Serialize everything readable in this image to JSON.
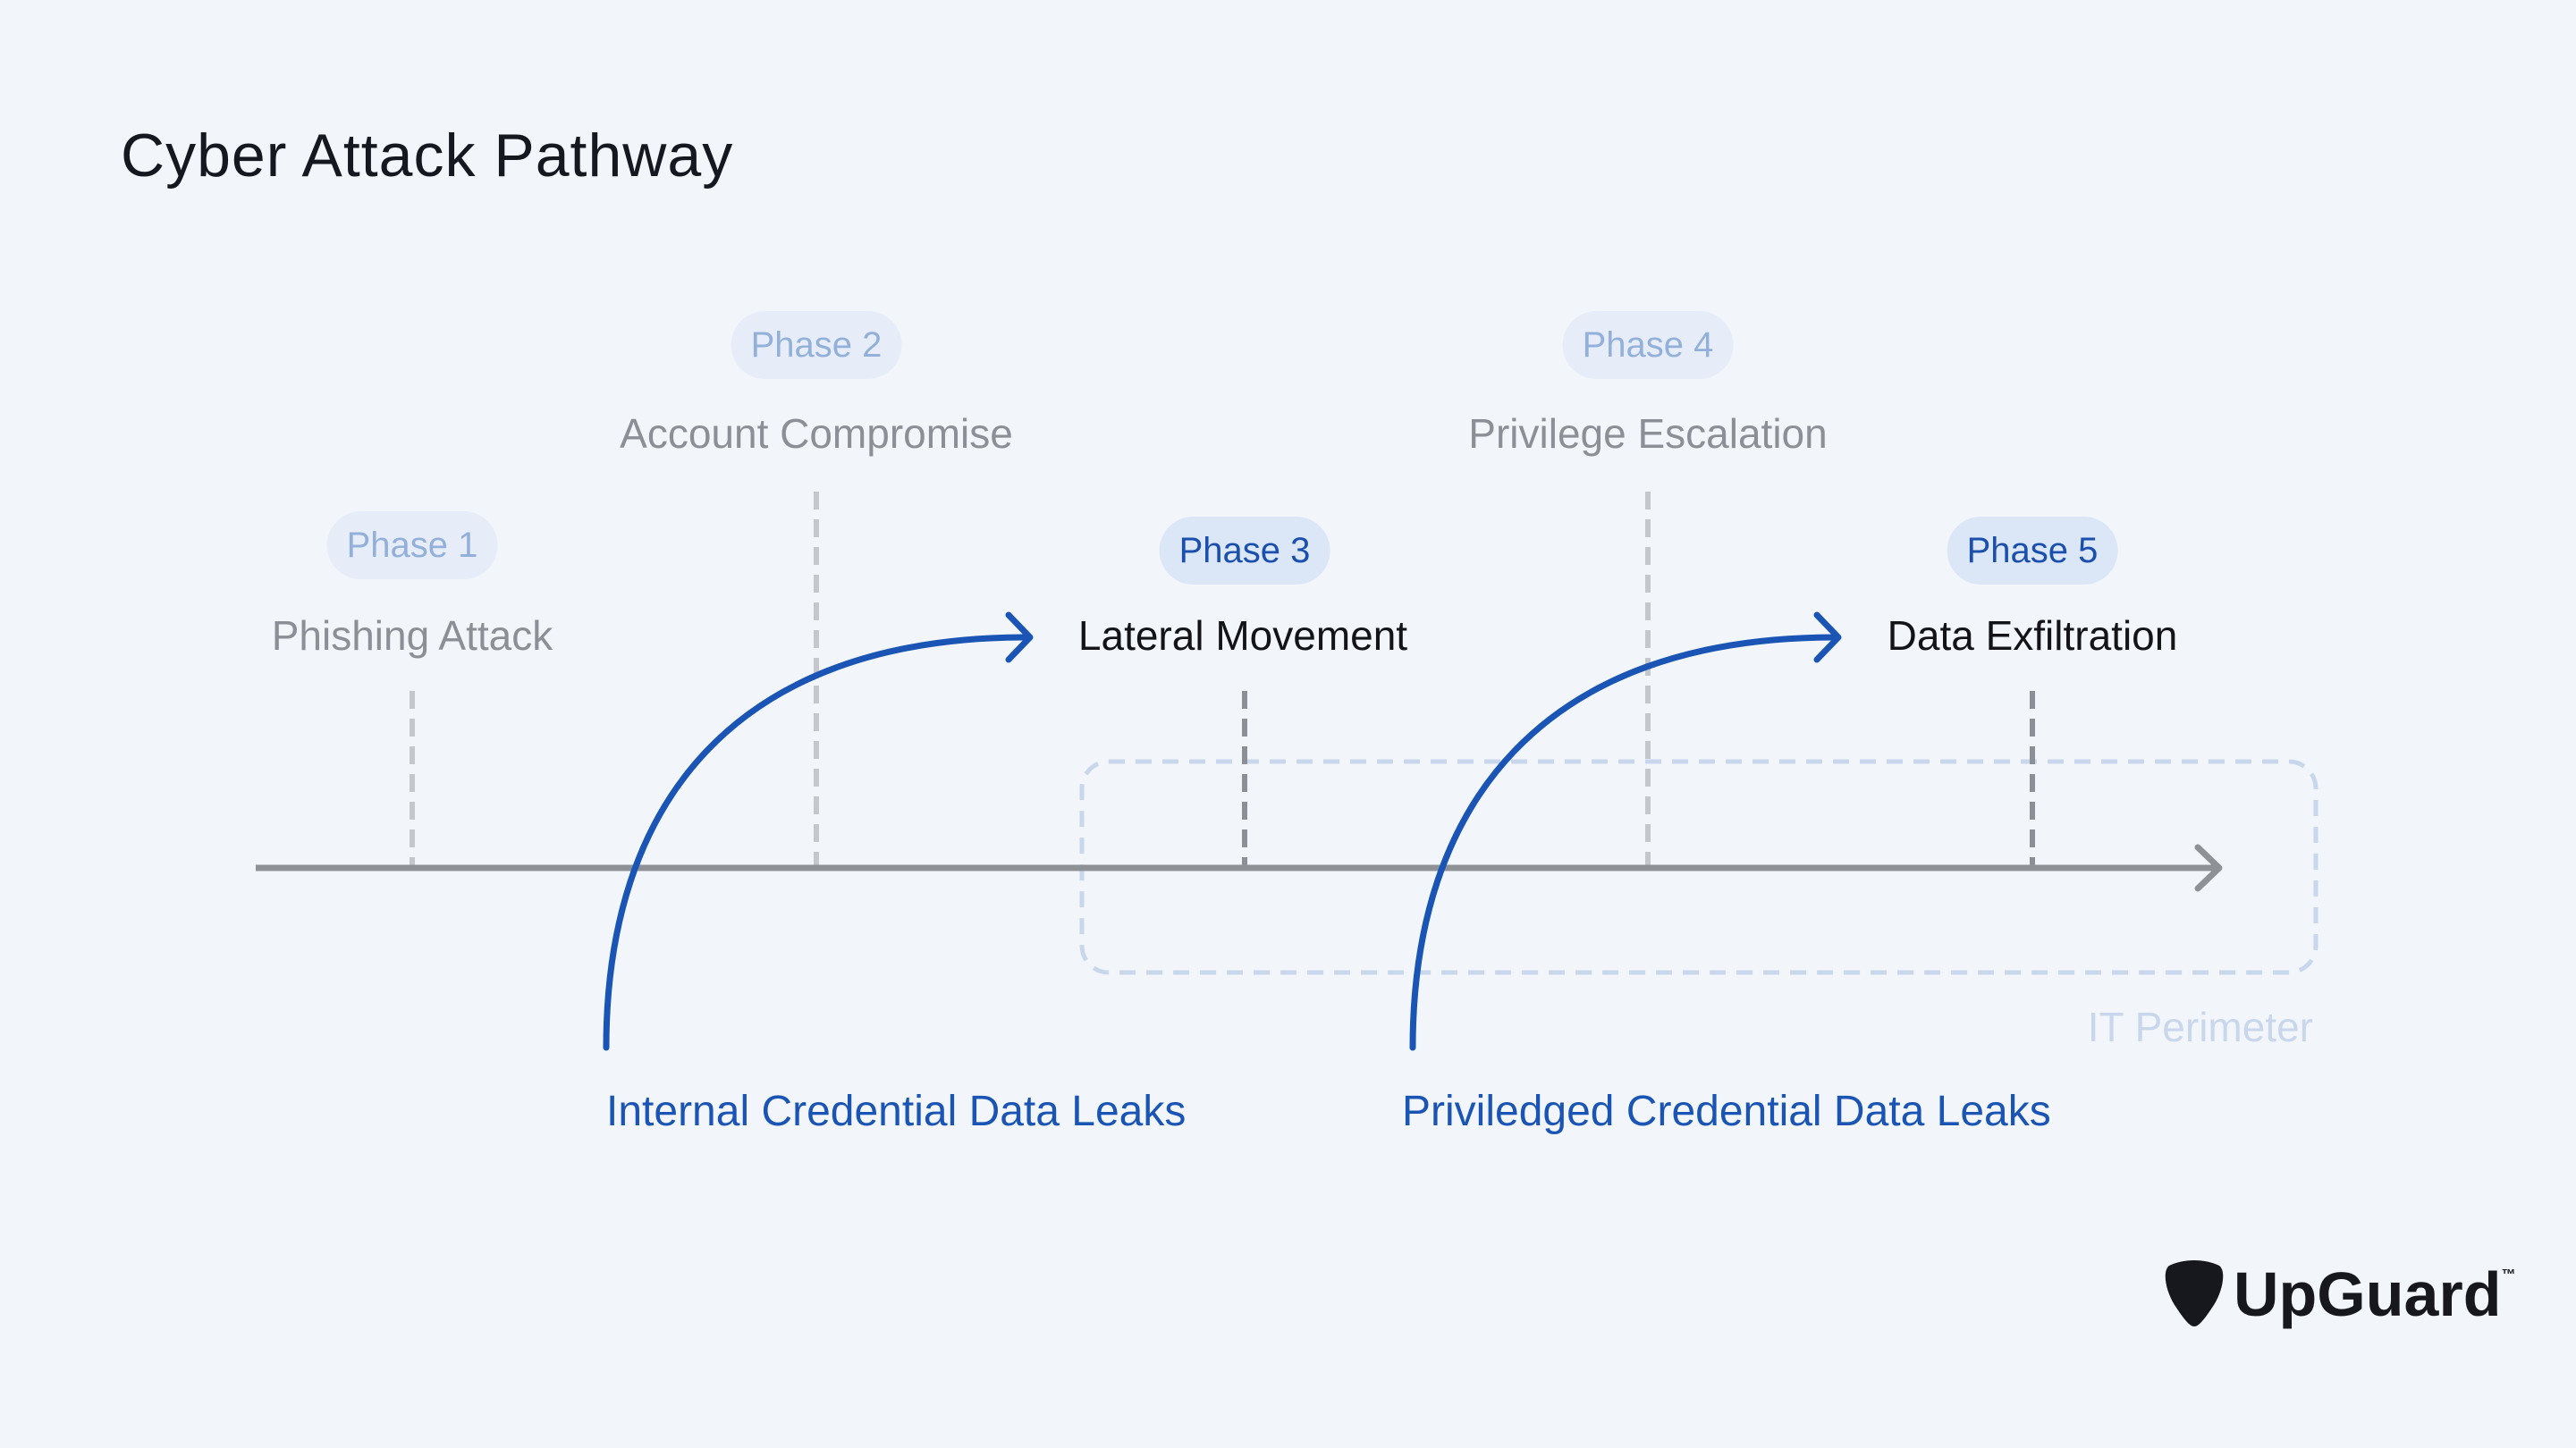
{
  "title": "Cyber Attack Pathway",
  "phases": [
    {
      "badge": "Phase 1",
      "name": "Phishing Attack",
      "state": "muted"
    },
    {
      "badge": "Phase 2",
      "name": "Account Compromise",
      "state": "muted"
    },
    {
      "badge": "Phase 3",
      "name": "Lateral Movement",
      "state": "active"
    },
    {
      "badge": "Phase 4",
      "name": "Privilege Escalation",
      "state": "muted"
    },
    {
      "badge": "Phase 5",
      "name": "Data Exfiltration",
      "state": "active"
    }
  ],
  "leaks": [
    {
      "label": "Internal Credential Data Leaks",
      "target_phase": "Phase 3"
    },
    {
      "label": "Priviledged Credential Data Leaks",
      "target_phase": "Phase 5"
    }
  ],
  "perimeter": {
    "label": "IT Perimeter",
    "contains_phases": [
      "Phase 3",
      "Phase 4",
      "Phase 5"
    ]
  },
  "brand": {
    "name": "UpGuard",
    "tm": "™"
  },
  "colors": {
    "background": "#f2f6fb",
    "accent_blue": "#1a55b5",
    "muted_text": "#8c8f95",
    "timeline": "#8e9297",
    "perimeter": "#c9d7ec"
  },
  "icons": {
    "brand_mark": "guitar-pick-shield-icon"
  }
}
